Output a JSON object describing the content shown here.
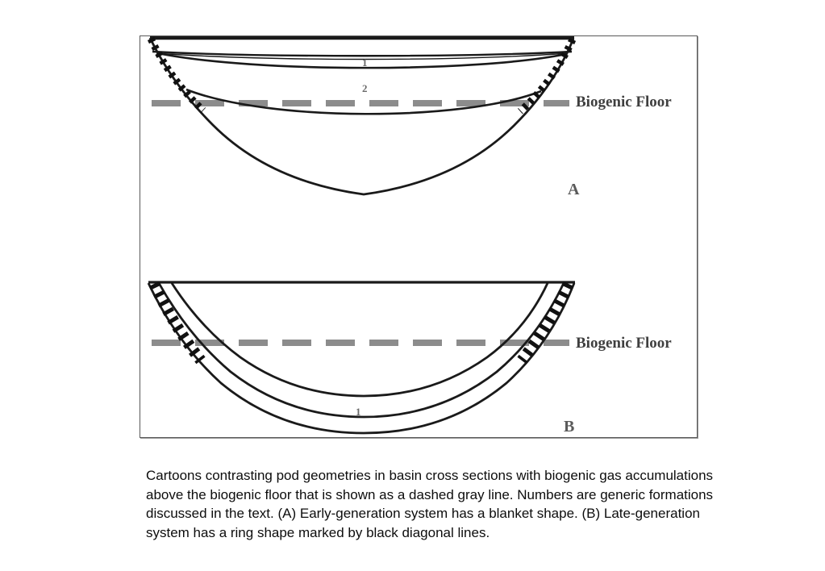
{
  "figure": {
    "panel_a": {
      "panel_label": "A",
      "formation_1_label": "1",
      "formation_2_label": "2",
      "biogenic_floor_label": "Biogenic Floor"
    },
    "panel_b": {
      "panel_label": "B",
      "formation_1_label": "1",
      "biogenic_floor_label": "Biogenic Floor"
    },
    "colors": {
      "dashed_floor_line": "#8c8c8c",
      "diagram_line": "#1a1a1a",
      "floor_label_text": "#3f3f3f"
    }
  },
  "caption": {
    "text": "Cartoons contrasting pod geometries in basin cross sections with biogenic gas accumulations above the biogenic floor that is shown as a dashed gray line. Numbers are generic formations discussed in the text. (A) Early-generation system has a blanket shape. (B) Late-generation system has a ring shape marked by black diagonal lines."
  }
}
